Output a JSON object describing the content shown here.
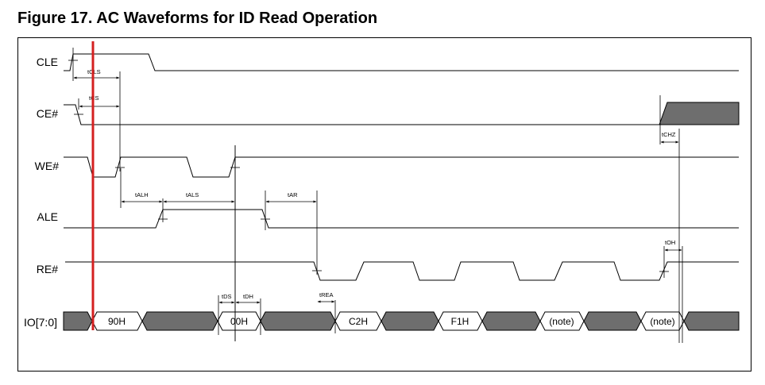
{
  "figure_title": "Figure 17. AC Waveforms for ID Read Operation",
  "signals": {
    "cle": "CLE",
    "ce": "CE#",
    "we": "WE#",
    "ale": "ALE",
    "re": "RE#",
    "io": "IO[7:0]"
  },
  "timing": {
    "cls": "tCLS",
    "cs": "tCS",
    "alh": "tALH",
    "als": "tALS",
    "ar": "tAR",
    "ds": "tDS",
    "dh": "tDH",
    "rea": "tREA",
    "chz": "tCHZ",
    "oh": "tOH"
  },
  "bus_values": {
    "cmd_90h": "90H",
    "addr_00h": "00H",
    "data_c2h": "C2H",
    "data_f1h": "F1H",
    "note_1": "(note)",
    "note_2": "(note)"
  },
  "colors": {
    "marker": "#d42020",
    "bus_fill": "#6e6e6e"
  }
}
